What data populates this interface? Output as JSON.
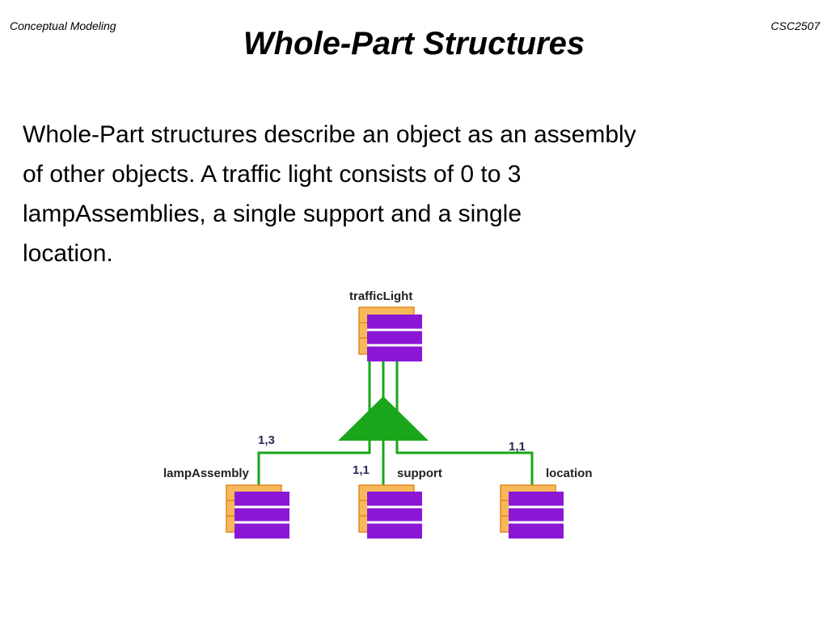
{
  "header": {
    "left": "Conceptual Modeling",
    "right": "CSC2507"
  },
  "title": "Whole-Part Structures",
  "body_lines": [
    "Whole-Part structures describe an object as an assembly",
    "of other objects. A traffic light consists of 0 to 3",
    "lampAssemblies, a single support and a single",
    "location."
  ],
  "diagram": {
    "whole": {
      "label": "trafficLight"
    },
    "parts": [
      {
        "label": "lampAssembly",
        "multiplicity": "1,3"
      },
      {
        "label": "support",
        "multiplicity": "1,1"
      },
      {
        "label": "location",
        "multiplicity": "1,1"
      }
    ],
    "colors": {
      "class_front": "#8a17d6",
      "class_back": "#f7b85c",
      "class_back_border": "#e08a1e",
      "connector": "#1aa61a"
    }
  }
}
